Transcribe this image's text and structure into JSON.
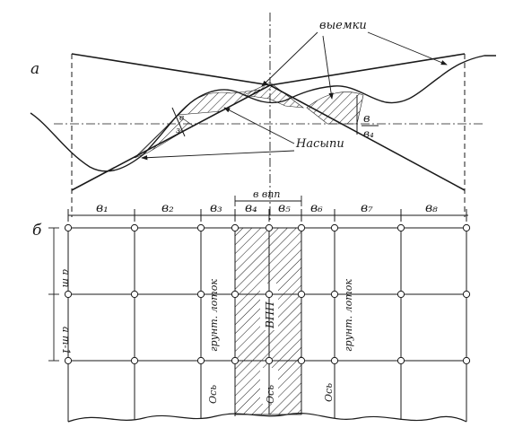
{
  "panel_a": {
    "label": "а",
    "cuts_label": "выемки",
    "fills_label": "Насыпи",
    "slope_ratio": {
      "top": "в",
      "bottom": "в₄"
    },
    "small_labels": [
      "в",
      "з₁"
    ]
  },
  "panel_b": {
    "label": "б",
    "column_labels": [
      "в₁",
      "в₂",
      "в₃",
      "в₄",
      "в₅",
      "в₆",
      "в₇",
      "в₈"
    ],
    "runway_width_label": "в впп",
    "runway_label": "ВПП",
    "axis_labels": [
      "Ось",
      "Ось",
      "Ось"
    ],
    "tray_labels": [
      "грунт. лоток",
      "грунт. лоток"
    ],
    "row_labels": [
      "а т",
      "а т-1"
    ]
  }
}
